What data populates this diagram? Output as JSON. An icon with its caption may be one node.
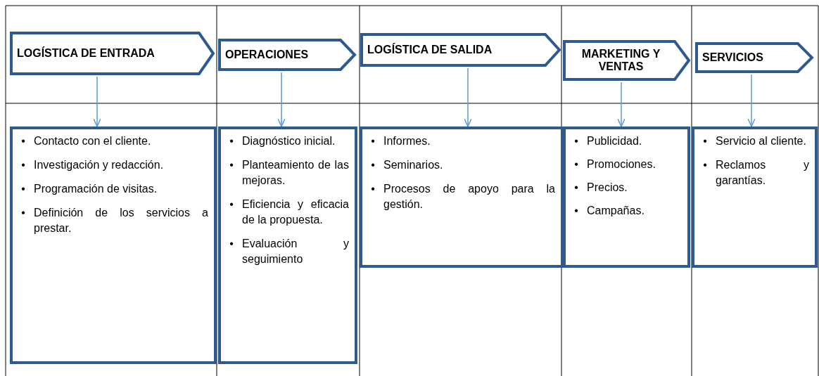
{
  "diagram": {
    "nodes": [
      {
        "text": [
          "LOGÍSTICA DE ENTRADA"
        ]
      },
      {
        "text": [
          "OPERACIONES"
        ]
      },
      {
        "text": [
          "LOGÍSTICA DE SALIDA"
        ]
      },
      {
        "text": [
          "MARKETING Y VENTAS"
        ]
      },
      {
        "text": [
          "SERVICIOS"
        ]
      },
      {
        "text": [
          "Contacto con el  cliente.",
          "Investigación y redacción.",
          "Programación de visitas.",
          "Definición de los servicios a prestar."
        ]
      },
      {
        "text": [
          "Diagnóstico inicial.",
          "Planteamiento de las mejoras.",
          "Eficiencia y eficacia de la propuesta.",
          "Evaluación y seguimiento"
        ]
      },
      {
        "text": [
          "Informes.",
          "Seminarios.",
          "Procesos de apoyo para la gestión."
        ]
      },
      {
        "text": [
          "Publicidad.",
          "Promociones.",
          "Precios.",
          "Campañas."
        ]
      },
      {
        "text": [
          "Servicio al cliente.",
          "Reclamos y garantías."
        ]
      }
    ],
    "edges": [
      {
        "from": 0,
        "to": 5,
        "arrow": "to"
      },
      {
        "from": 1,
        "to": 6,
        "arrow": "to"
      },
      {
        "from": 2,
        "to": 7,
        "arrow": "to"
      },
      {
        "from": 3,
        "to": 8,
        "arrow": "to"
      },
      {
        "from": 4,
        "to": 9,
        "arrow": "to"
      }
    ],
    "labels": [
      "•",
      "•",
      "•",
      "•",
      "•",
      "•",
      "•",
      "•",
      "•",
      "•",
      "•",
      "•",
      "•",
      "•",
      "•",
      "•",
      "•"
    ]
  }
}
